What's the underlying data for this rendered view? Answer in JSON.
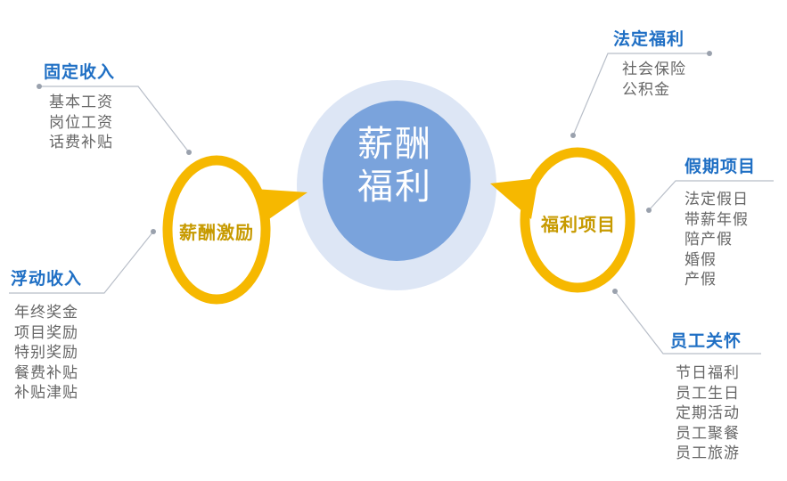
{
  "center": {
    "line1": "薪酬",
    "line2": "福利"
  },
  "left_ring": {
    "label": "薪酬激励"
  },
  "right_ring": {
    "label": "福利项目"
  },
  "branches": {
    "fixed_income": {
      "title": "固定收入",
      "items": [
        "基本工资",
        "岗位工资",
        "话费补贴"
      ]
    },
    "floating_income": {
      "title": "浮动收入",
      "items": [
        "年终奖金",
        "项目奖励",
        "特别奖励",
        "餐费补贴",
        "补贴津贴"
      ]
    },
    "statutory_welfare": {
      "title": "法定福利",
      "items": [
        "社会保险",
        "公积金"
      ]
    },
    "holiday_items": {
      "title": "假期项目",
      "items": [
        "法定假日",
        "带薪年假",
        "陪产假",
        "婚假",
        "产假"
      ]
    },
    "employee_care": {
      "title": "员工关怀",
      "items": [
        "节日福利",
        "员工生日",
        "定期活动",
        "员工聚餐",
        "员工旅游"
      ]
    }
  },
  "colors": {
    "accent_blue": "#1f6fc4",
    "center_fill": "#7aa3dc",
    "halo_fill": "#dde6f5",
    "ring_yellow": "#f6b800",
    "connector": "#b8bec8",
    "item_text": "#666666"
  }
}
